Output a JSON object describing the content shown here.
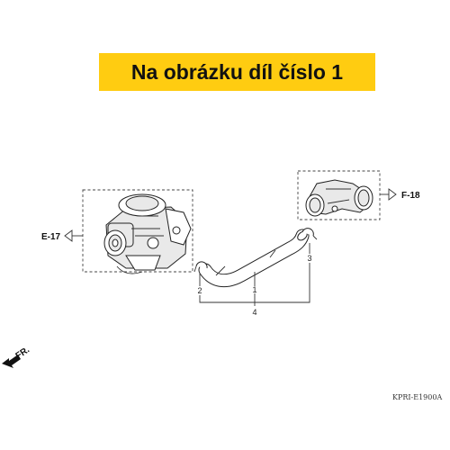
{
  "banner": {
    "text": "Na obrázku díl číslo 1",
    "color": "#ffcc11"
  },
  "references": {
    "left": "E-17",
    "right": "F-18"
  },
  "callouts": {
    "hose": "1",
    "clamp_left": "2",
    "clamp_right": "3",
    "assembly": "4"
  },
  "direction": "FR.",
  "diagram_code": "KPRI-E1900A"
}
